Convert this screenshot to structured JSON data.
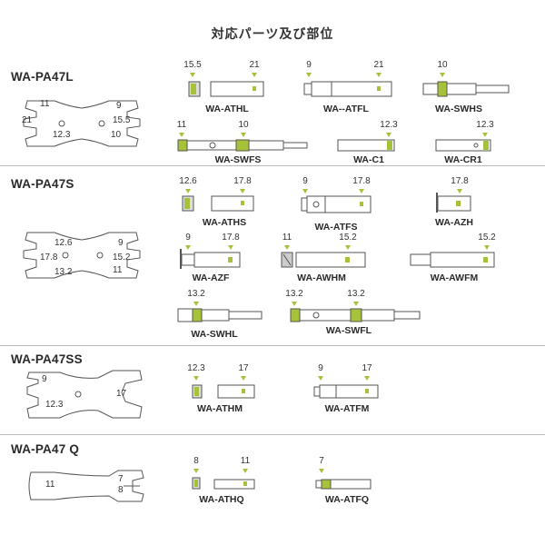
{
  "title": "対応パーツ及び部位",
  "colors": {
    "accent": "#a6c23a",
    "line": "#555555",
    "separator": "#bbbbbb"
  },
  "models": [
    {
      "name": "WA-PA47L",
      "wrench_sizes": [
        "11",
        "21",
        "12.3",
        "9",
        "15.5",
        "10"
      ]
    },
    {
      "name": "WA-PA47S",
      "wrench_sizes": [
        "12.6",
        "17.8",
        "13.2",
        "9",
        "15.2",
        "11"
      ]
    },
    {
      "name": "WA-PA47SS",
      "wrench_sizes": [
        "9",
        "12.3",
        "17"
      ]
    },
    {
      "name": "WA-PA47 Q",
      "wrench_sizes": [
        "11",
        "7",
        "8"
      ]
    }
  ],
  "parts": [
    {
      "name": "WA-ATHL",
      "sizes": [
        "15.5",
        "21"
      ]
    },
    {
      "name": "WA--ATFL",
      "sizes": [
        "9",
        "21"
      ]
    },
    {
      "name": "WA-SWHS",
      "sizes": [
        "10"
      ]
    },
    {
      "name": "WA-SWFS",
      "sizes": [
        "11",
        "10"
      ]
    },
    {
      "name": "WA-C1",
      "sizes": [
        "12.3"
      ]
    },
    {
      "name": "WA-CR1",
      "sizes": [
        "12.3"
      ]
    },
    {
      "name": "WA-ATHS",
      "sizes": [
        "12.6",
        "17.8"
      ]
    },
    {
      "name": "WA-ATFS",
      "sizes": [
        "9",
        "17.8"
      ]
    },
    {
      "name": "WA-AZH",
      "sizes": [
        "17.8"
      ]
    },
    {
      "name": "WA-AZF",
      "sizes": [
        "9",
        "17.8"
      ]
    },
    {
      "name": "WA-AWHM",
      "sizes": [
        "11",
        "15.2"
      ]
    },
    {
      "name": "WA-AWFM",
      "sizes": [
        "15.2"
      ]
    },
    {
      "name": "WA-SWHL",
      "sizes": [
        "13.2"
      ]
    },
    {
      "name": "WA-SWFL",
      "sizes": [
        "13.2",
        "13.2"
      ]
    },
    {
      "name": "WA-ATHM",
      "sizes": [
        "12.3",
        "17"
      ]
    },
    {
      "name": "WA-ATFM",
      "sizes": [
        "9",
        "17"
      ]
    },
    {
      "name": "WA-ATHQ",
      "sizes": [
        "8",
        "11"
      ]
    },
    {
      "name": "WA-ATFQ",
      "sizes": [
        "7"
      ]
    }
  ]
}
